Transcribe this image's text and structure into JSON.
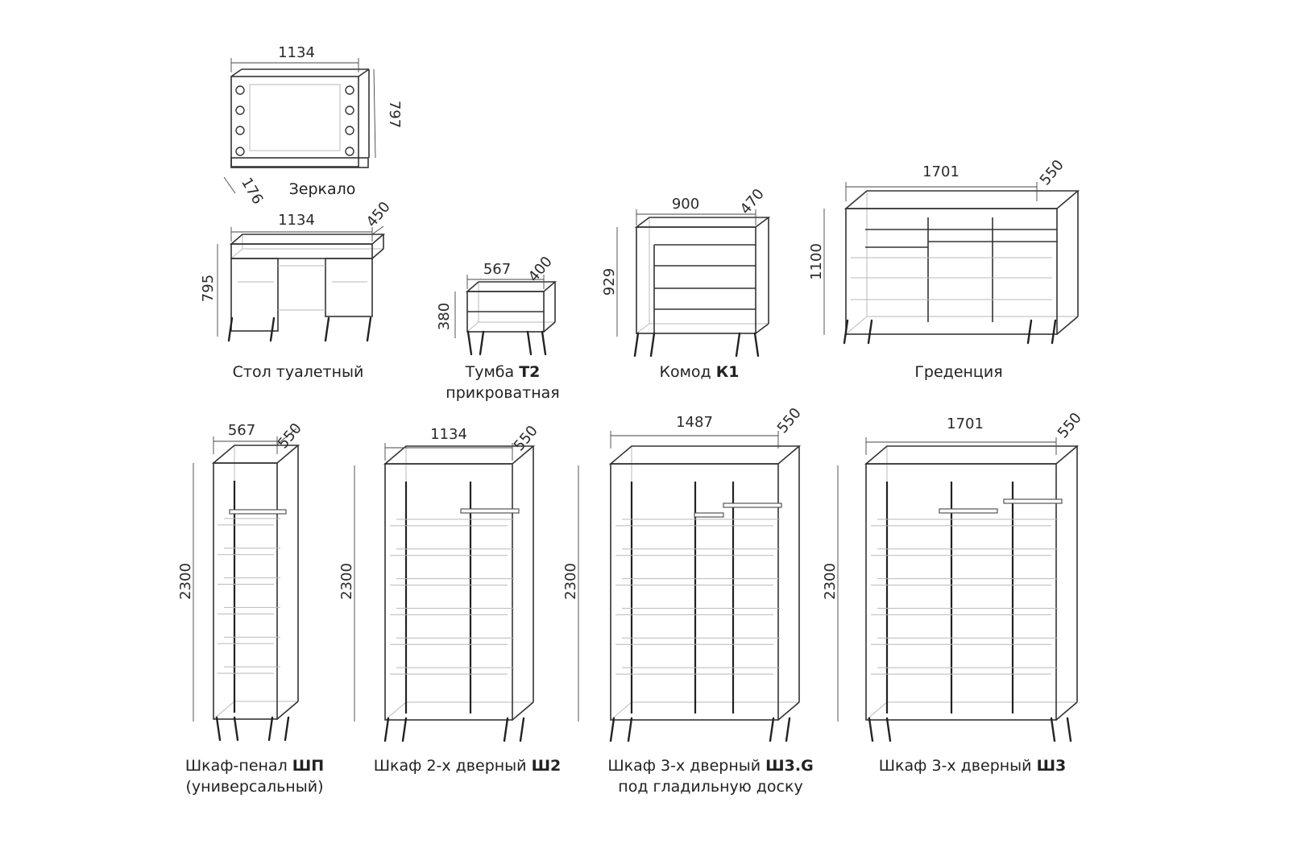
{
  "items": [
    {
      "id": "mirror",
      "caption": [
        "Зеркало"
      ],
      "bold": "",
      "dims": {
        "w": "1134",
        "h": "797",
        "d": "176"
      }
    },
    {
      "id": "table",
      "caption": [
        "Стол туалетный"
      ],
      "bold": "",
      "dims": {
        "w": "1134",
        "h": "795",
        "d": "450"
      }
    },
    {
      "id": "nightstand",
      "caption": [
        "Тумба ",
        "прикроватная"
      ],
      "bold": "Т2",
      "dims": {
        "w": "567",
        "h": "380",
        "d": "400"
      }
    },
    {
      "id": "chest",
      "caption": [
        "Комод "
      ],
      "bold": "К1",
      "dims": {
        "w": "900",
        "h": "929",
        "d": "470"
      }
    },
    {
      "id": "credenza",
      "caption": [
        "Греденция"
      ],
      "bold": "",
      "dims": {
        "w": "1701",
        "h": "1100",
        "d": "550"
      }
    },
    {
      "id": "pencil",
      "caption": [
        "Шкаф-пенал ",
        "(универсальный)"
      ],
      "bold": "ШП",
      "dims": {
        "w": "567",
        "h": "2300",
        "d": "550"
      }
    },
    {
      "id": "w2",
      "caption": [
        "Шкаф 2-х дверный "
      ],
      "bold": "Ш2",
      "dims": {
        "w": "1134",
        "h": "2300",
        "d": "550"
      }
    },
    {
      "id": "w3g",
      "caption": [
        "Шкаф 3-х дверный ",
        "под гладильную доску"
      ],
      "bold": "Ш3.G",
      "dims": {
        "w": "1487",
        "h": "2300",
        "d": "550"
      }
    },
    {
      "id": "w3",
      "caption": [
        "Шкаф 3-х дверный "
      ],
      "bold": "Ш3",
      "dims": {
        "w": "1701",
        "h": "2300",
        "d": "550"
      }
    }
  ]
}
